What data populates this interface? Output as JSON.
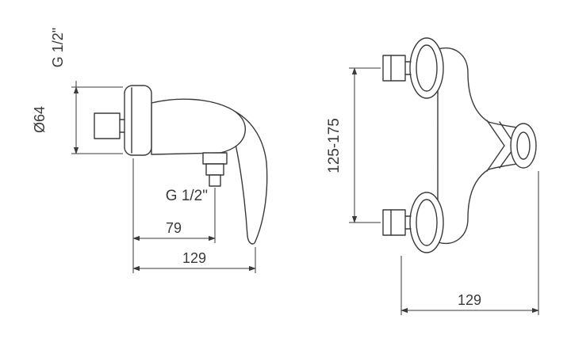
{
  "drawing": {
    "side_view": {
      "inlet_thread_label": "G 1/2\"",
      "flange_diameter_label": "Ø64",
      "outlet_thread_label": "G 1/2\"",
      "outlet_offset_dim": "79",
      "overall_depth_dim": "129"
    },
    "front_view": {
      "mount_distance_dim": "125-175",
      "overall_width_dim": "129"
    },
    "colors": {
      "line": "#3a3a3a",
      "background": "#ffffff"
    }
  }
}
